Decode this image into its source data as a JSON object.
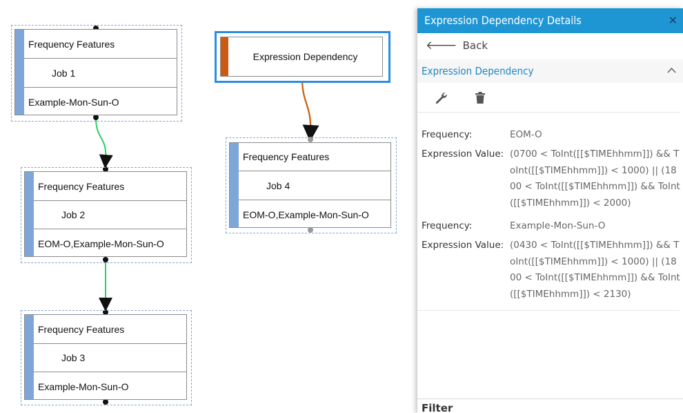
{
  "diagram": {
    "job1": {
      "title": "Frequency Features",
      "name": "Job 1",
      "frequency": "Example-Mon-Sun-O"
    },
    "job2": {
      "title": "Frequency Features",
      "name": "Job 2",
      "frequency": "EOM-O,Example-Mon-Sun-O"
    },
    "job3": {
      "title": "Frequency Features",
      "name": "Job 3",
      "frequency": "Example-Mon-Sun-O"
    },
    "job4": {
      "title": "Frequency Features",
      "name": "Job 4",
      "frequency": "EOM-O,Example-Mon-Sun-O"
    },
    "expression_node": {
      "label": "Expression Dependency"
    },
    "colors": {
      "job_bar": "#7fa6d8",
      "expression_bar": "#cc5a12",
      "selection": "#2b8ce3",
      "edge_green": "#2ecc63",
      "edge_orange": "#c8661b"
    }
  },
  "panel": {
    "title": "Expression Dependency Details",
    "close_icon": "close-icon",
    "back_label": "Back",
    "section_title": "Expression Dependency",
    "section_chevron": "chevron-up-icon",
    "tools": [
      "wrench-icon",
      "trash-icon"
    ],
    "entries": [
      {
        "frequency_label": "Frequency:",
        "frequency": "EOM-O",
        "expression_label": "Expression Value:",
        "expression": "(0700 < ToInt([[$TIMEhhmm]]) && ToInt([[$TIMEhhmm]]) < 1000) || (1800 < ToInt([[$TIMEhhmm]]) && ToInt([[$TIMEhhmm]]) < 2000)"
      },
      {
        "frequency_label": "Frequency:",
        "frequency": "Example-Mon-Sun-O",
        "expression_label": "Expression Value:",
        "expression": "(0430 < ToInt([[$TIMEhhmm]]) && ToInt([[$TIMEhhmm]]) < 1000) || (1800 < ToInt([[$TIMEhhmm]]) && ToInt([[$TIMEhhmm]]) < 2130)"
      }
    ],
    "filter_label": "Filter"
  }
}
